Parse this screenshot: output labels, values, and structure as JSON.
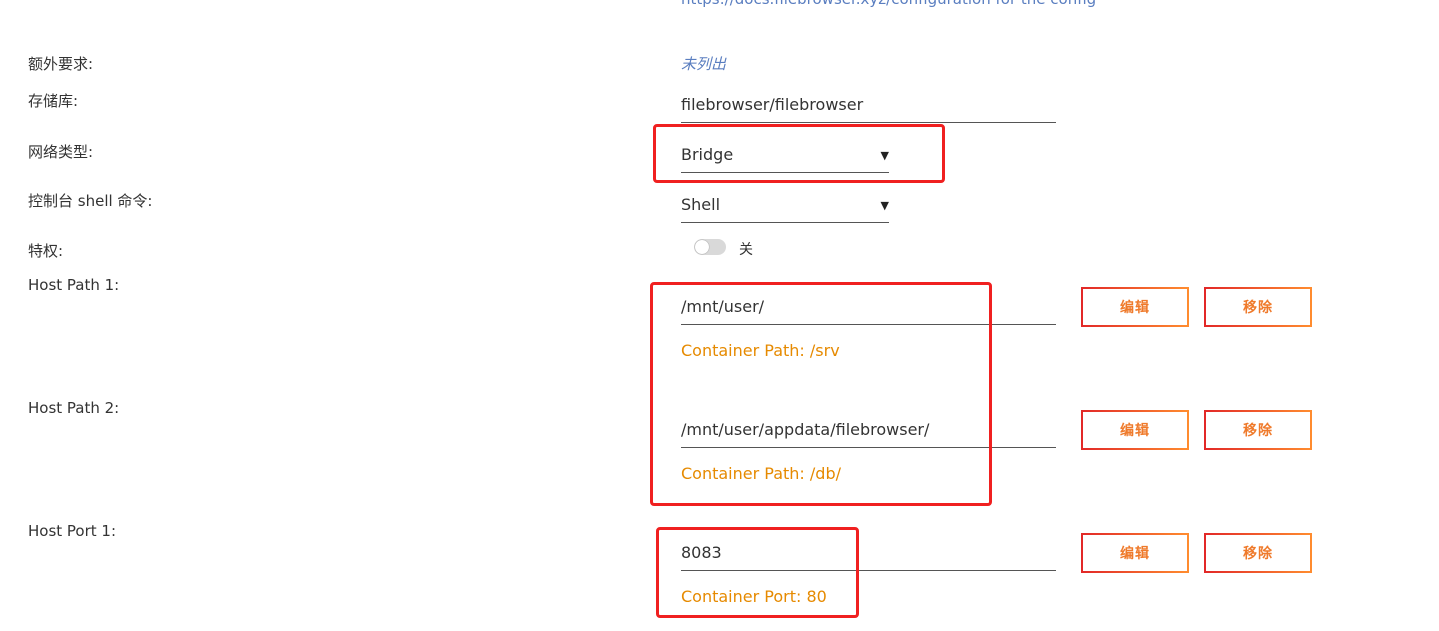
{
  "doc_link": "https://docs.filebrowser.xyz/configuration for the config",
  "fields": {
    "extra_requirements": {
      "label": "额外要求:",
      "value": "未列出"
    },
    "repository": {
      "label": "存储库:",
      "value": "filebrowser/filebrowser"
    },
    "network_type": {
      "label": "网络类型:",
      "value": "Bridge"
    },
    "console_shell": {
      "label": "控制台 shell 命令:",
      "value": "Shell"
    },
    "privileged": {
      "label": "特权:",
      "state_text": "关",
      "enabled": false
    }
  },
  "paths": [
    {
      "label": "Host Path 1:",
      "value": "/mnt/user/",
      "container": "Container Path: /srv"
    },
    {
      "label": "Host Path 2:",
      "value": "/mnt/user/appdata/filebrowser/",
      "container": "Container Path: /db/"
    }
  ],
  "ports": [
    {
      "label": "Host Port 1:",
      "value": "8083",
      "container": "Container Port: 80"
    }
  ],
  "buttons": {
    "edit": "编辑",
    "remove": "移除"
  },
  "colors": {
    "accent_orange": "#e68a00",
    "link_blue": "#5a7ec0",
    "highlight_red": "#f02020",
    "button_gradient_start": "#e22828",
    "button_gradient_end": "#ff8c2f"
  },
  "icons": {
    "select_arrow": "▼"
  }
}
